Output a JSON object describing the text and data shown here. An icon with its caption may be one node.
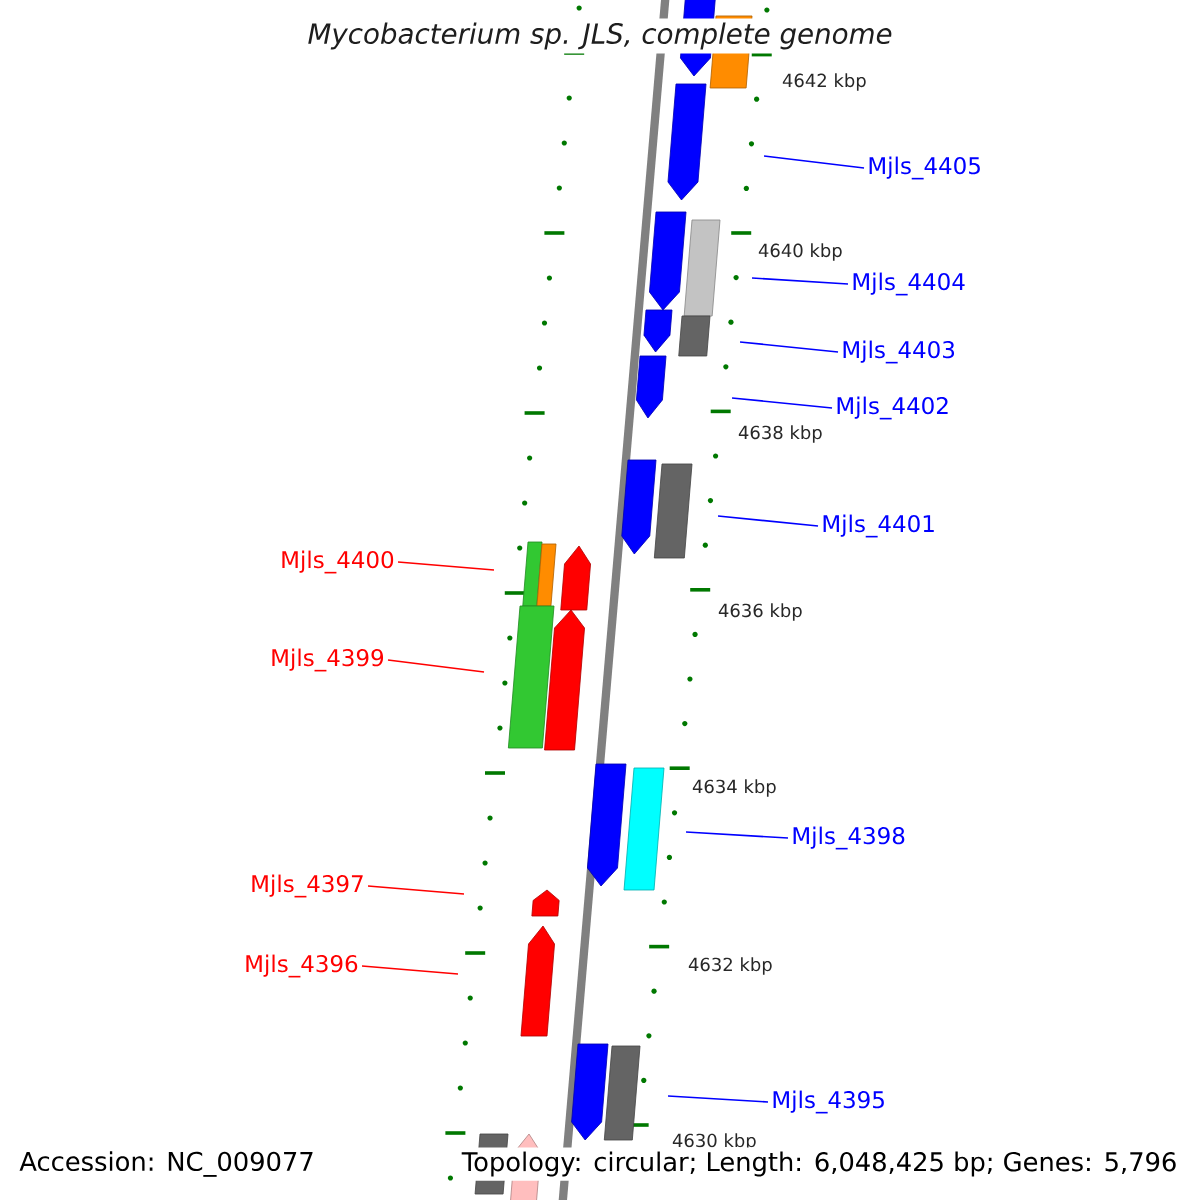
{
  "diagram": {
    "title": "Mycobacterium sp. JLS, complete genome",
    "nodes": [
      {
        "text": [
          "Mjls_4405"
        ]
      },
      {
        "text": [
          "Mjls_4404"
        ]
      },
      {
        "text": [
          "Mjls_4403"
        ]
      },
      {
        "text": [
          "Mjls_4402"
        ]
      },
      {
        "text": [
          "Mjls_4401"
        ]
      },
      {
        "text": [
          "Mjls_4400"
        ]
      },
      {
        "text": [
          "Mjls_4399"
        ]
      },
      {
        "text": [
          "Mjls_4398"
        ]
      },
      {
        "text": [
          "Mjls_4397"
        ]
      },
      {
        "text": [
          "Mjls_4396"
        ]
      },
      {
        "text": [
          "Mjls_4395"
        ]
      }
    ],
    "edges": [
      {
        "from": 0,
        "to": null,
        "arrow": "none"
      },
      {
        "from": 1,
        "to": null,
        "arrow": "none"
      },
      {
        "from": 2,
        "to": null,
        "arrow": "none"
      },
      {
        "from": 3,
        "to": null,
        "arrow": "none"
      },
      {
        "from": 4,
        "to": null,
        "arrow": "none"
      },
      {
        "from": 5,
        "to": null,
        "arrow": "none",
        "color": "#ff0000"
      },
      {
        "from": 6,
        "to": null,
        "arrow": "none",
        "color": "#ff0000"
      },
      {
        "from": 7,
        "to": null,
        "arrow": "none"
      },
      {
        "from": 8,
        "to": null,
        "arrow": "none",
        "color": "#ff0000"
      },
      {
        "from": 9,
        "to": null,
        "arrow": "none",
        "color": "#ff0000"
      },
      {
        "from": 10,
        "to": null,
        "arrow": "none"
      }
    ],
    "labels": [
      "4642 kbp",
      "4640 kbp",
      "4638 kbp",
      "4636 kbp",
      "4634 kbp",
      "4632 kbp",
      "4630 kbp",
      "Accession: NC_009077",
      "Topology: circular; Length: 6,048,425 bp; Genes: 5,796"
    ]
  }
}
